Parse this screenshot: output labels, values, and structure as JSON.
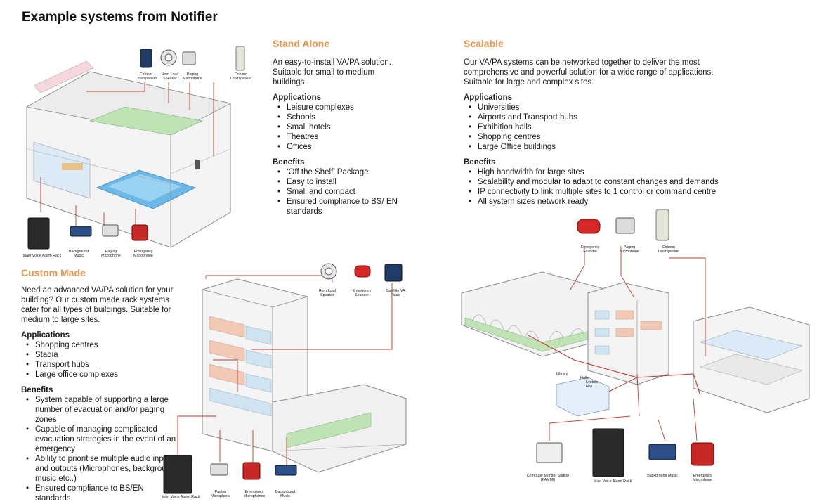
{
  "page_title": "Example systems from Notifier",
  "stand_alone": {
    "heading": "Stand Alone",
    "intro": "An easy-to-install VA/PA solution. Suitable for small to medium buildings.",
    "applications_heading": "Applications",
    "applications": [
      "Leisure complexes",
      "Schools",
      "Small hotels",
      "Theatres",
      "Offices"
    ],
    "benefits_heading": "Benefits",
    "benefits": [
      "‘Off the Shelf’ Package",
      "Easy to install",
      "Small and compact",
      "Ensured compliance to BS/ EN standards"
    ],
    "top_labels": [
      "Cabinet Loudspeaker",
      "Horn Loud Speaker",
      "Paging Microphone",
      "Column Loudspeaker"
    ],
    "bottom_labels": [
      "Main Voice Alarm Rack",
      "Background Music",
      "Paging Microphone",
      "Emergency Microphone"
    ]
  },
  "custom_made": {
    "heading": "Custom Made",
    "intro": "Need an advanced VA/PA solution for your building? Our custom made rack systems cater for all types of buildings. Suitable for medium to large sites.",
    "applications_heading": "Applications",
    "applications": [
      "Shopping centres",
      "Stadia",
      "Transport hubs",
      "Large office complexes"
    ],
    "benefits_heading": "Benefits",
    "benefits": [
      "System capable of supporting a large number of evacuation and/or paging zones",
      "Capable of managing complicated evacuation strategies in the event of an emergency",
      "Ability to prioritise multiple audio inputs and outputs (Microphones, background music etc..)",
      "Ensured compliance to BS/EN standards"
    ],
    "top_labels": [
      "Horn Loud Speaker",
      "Emergency Sounder",
      "Satellite VA Rack"
    ],
    "bottom_labels": [
      "Main Voice Alarm Rack",
      "Paging Microphone",
      "Emergency Microphones",
      "Background Music"
    ]
  },
  "scalable": {
    "heading": "Scalable",
    "intro": "Our VA/PA systems can be networked together to deliver the most comprehensive and powerful solution for a wide range of applications. Suitable for large and complex sites.",
    "applications_heading": "Applications",
    "applications": [
      "Universities",
      "Airports and Transport hubs",
      "Exhibition halls",
      "Shopping centres",
      "Large Office buildings"
    ],
    "benefits_heading": "Benefits",
    "benefits": [
      "High bandwidth for large sites",
      "Scalability and modular to adapt to constant changes and demands",
      "IP connectivity to link multiple sites to 1 control or command centre",
      "All system sizes network ready"
    ],
    "top_labels": [
      "Emergency Sounder",
      "Paging Microphone",
      "Column Loudspeaker"
    ],
    "bottom_labels": [
      "Computer Monitor Station (PAMMI)",
      "Main Voice Alarm Rack",
      "Background Music",
      "Emergency Microphone"
    ],
    "building_labels": [
      "Library",
      "Halls",
      "Lecture Hall"
    ]
  },
  "colors": {
    "heading_accent": "#e89550",
    "cable": "#c0392b",
    "text": "#1a1a1a"
  }
}
